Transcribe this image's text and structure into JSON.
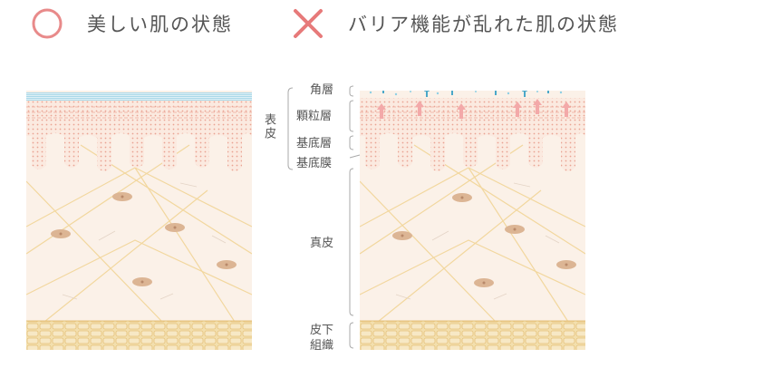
{
  "legend": {
    "good_label": "美しい肌の状態",
    "bad_label": "バリア機能が乱れた肌の状態",
    "good_symbol_color": "#e88a8a",
    "bad_symbol_color": "#e77a7a"
  },
  "labels": {
    "epidermis": "表皮",
    "stratum_corneum": "角層",
    "granular_layer": "顆粒層",
    "basal_layer": "基底層",
    "basement_membrane": "基底膜",
    "dermis": "真皮",
    "subcutaneous_line1": "皮下",
    "subcutaneous_line2": "組織"
  },
  "colors": {
    "dermis_bg": "#fbf1e8",
    "epidermis_dots": "#e9a393",
    "fiber": "#f2d79e",
    "cell_body": "#dcb594",
    "cell_nucleus": "#b8896a",
    "fat_tissue": "#f3dfae",
    "fat_line": "#e6c27b",
    "corneum_good": "#bfe3ee",
    "moisture_arrow": "#4aa8c9",
    "irritant_arrow": "#f3a9a9",
    "bracket": "#aaaaaa"
  },
  "icons": {
    "good_symbol": "circle-icon",
    "bad_symbol": "cross-icon"
  }
}
